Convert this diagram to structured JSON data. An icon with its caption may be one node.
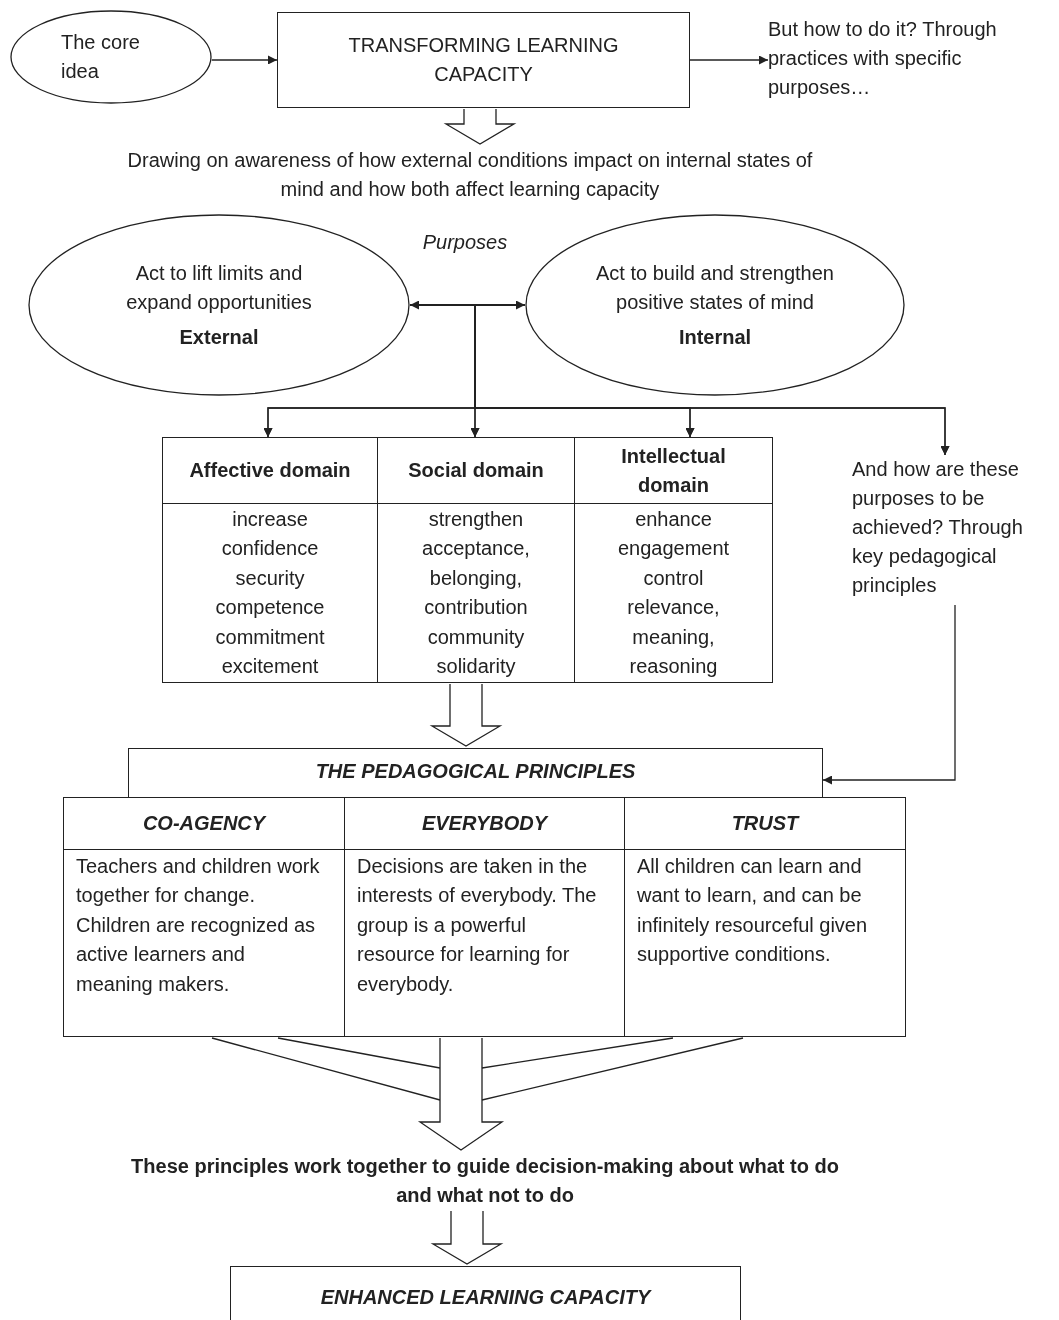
{
  "diagram": {
    "nodes": [
      {
        "text": [
          "The core idea"
        ]
      },
      {
        "text": [
          "TRANSFORMING LEARNING CAPACITY"
        ]
      },
      {
        "text": [
          "But how to do it? Through practices with specific purposes…"
        ]
      },
      {
        "text": [
          "Drawing on awareness of how external conditions impact on internal states of mind and how both affect learning capacity"
        ]
      },
      {
        "text": [
          "Act to lift limits and expand opportunities",
          "External"
        ]
      },
      {
        "text": [
          "Act to build and strengthen positive states of mind",
          "Internal"
        ]
      },
      {
        "text": [
          "Affective domain",
          "increase confidence security competence commitment excitement"
        ]
      },
      {
        "text": [
          "Social domain",
          "strengthen acceptance, belonging, contribution community solidarity"
        ]
      },
      {
        "text": [
          "Intellectual domain",
          "enhance engagement control relevance, meaning, reasoning"
        ]
      },
      {
        "text": [
          "And how are these purposes to be achieved? Through key pedagogical principles"
        ]
      },
      {
        "text": [
          "THE PEDAGOGICAL PRINCIPLES"
        ]
      },
      {
        "text": [
          "CO-AGENCY",
          "Teachers and children work together for change. Children are recognized as active learners and meaning makers."
        ]
      },
      {
        "text": [
          "EVERYBODY",
          "Decisions are taken in the interests of everybody. The group is a powerful resource for learning for everybody."
        ]
      },
      {
        "text": [
          "TRUST",
          "All children can learn and want to learn, and can be infinitely resourceful given supportive conditions."
        ]
      },
      {
        "text": [
          "These principles work together to guide decision-making about what to do and what not to do"
        ]
      },
      {
        "text": [
          "ENHANCED LEARNING CAPACITY"
        ]
      }
    ],
    "edges": [
      {
        "from": 0,
        "to": 1,
        "arrow": "to"
      },
      {
        "from": 1,
        "to": 2,
        "arrow": "to"
      },
      {
        "from": 1,
        "to": 3,
        "arrow": "to",
        "style": "thick"
      },
      {
        "from": 4,
        "to": 5,
        "arrow": "both"
      },
      {
        "from": 4,
        "to": 6,
        "arrow": "to"
      },
      {
        "from": 4,
        "to": 7,
        "arrow": "to"
      },
      {
        "from": 4,
        "to": 8,
        "arrow": "to"
      },
      {
        "from": 4,
        "to": 9,
        "arrow": "to"
      },
      {
        "from": 5,
        "to": 6,
        "arrow": "to"
      },
      {
        "from": 5,
        "to": 7,
        "arrow": "to"
      },
      {
        "from": 5,
        "to": 8,
        "arrow": "to"
      },
      {
        "from": 5,
        "to": 9,
        "arrow": "to"
      },
      {
        "from": 7,
        "to": 10,
        "arrow": "to",
        "style": "thick"
      },
      {
        "from": 9,
        "to": 10,
        "arrow": "to"
      },
      {
        "from": 11,
        "to": 14,
        "arrow": "none"
      },
      {
        "from": 12,
        "to": 14,
        "arrow": "to",
        "style": "thick"
      },
      {
        "from": 13,
        "to": 14,
        "arrow": "none"
      },
      {
        "from": 14,
        "to": 15,
        "arrow": "to",
        "style": "thick"
      }
    ],
    "labels": [
      "Purposes"
    ]
  }
}
